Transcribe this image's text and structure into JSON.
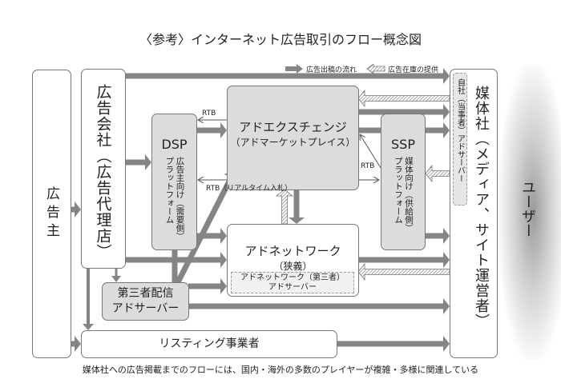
{
  "title": "〈参考〉インターネット広告取引のフロー概念図",
  "legend": {
    "ad_flow": "広告出稿の流れ",
    "inventory": "広告在庫の提供"
  },
  "nodes": {
    "advertiser": "広告主",
    "agency": "広告会社（広告代理店）",
    "dsp": {
      "name": "DSP",
      "desc1": "広告主向け（需要側）",
      "desc2": "プラットフォーム"
    },
    "exchange": {
      "name": "アドエクスチェンジ",
      "sub": "（アドマーケットプレイス）"
    },
    "ssp": {
      "name": "SSP",
      "desc1": "媒体向け（供給側）",
      "desc2": "プラットフォーム"
    },
    "publisher": "媒体社（メディア、サイト運営者）",
    "own_adserver": "自社（当事者）アドサーバー",
    "user": "ユーザー",
    "adnetwork": {
      "name": "アドネットワーク",
      "sub": "（狭義）",
      "inner1": "アドネットワーク（第三者）",
      "inner2": "アドサーバー"
    },
    "third_party": {
      "line1": "第三者配信",
      "line2": "アドサーバー"
    },
    "listing": "リスティング事業者"
  },
  "labels": {
    "rtb1": "RTB",
    "rtb2": "RTB",
    "rtb3": "RTB（リアルタイム入札）"
  },
  "footer": "媒体社への広告掲載までのフローには、国内・海外の多数のプレイヤーが複雑・多様に関連している",
  "colors": {
    "arrow": "#858585",
    "box_fill": "#dcdcdc",
    "border": "#777777"
  }
}
